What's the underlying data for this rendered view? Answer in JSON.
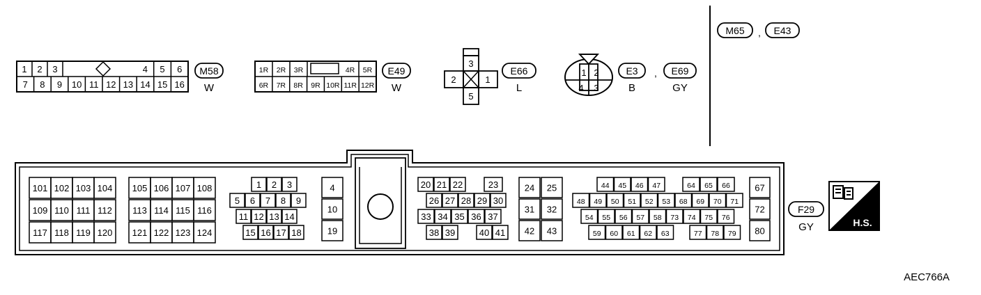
{
  "connectors": {
    "m58": {
      "code": "M58",
      "color": "W",
      "row1_left": [
        "1",
        "2",
        "3"
      ],
      "row1_right": [
        "4",
        "5",
        "6"
      ],
      "row2": [
        "7",
        "8",
        "9",
        "10",
        "11",
        "12",
        "13",
        "14",
        "15",
        "16"
      ]
    },
    "e49": {
      "code": "E49",
      "color": "W",
      "row1_left": [
        "1R",
        "2R",
        "3R"
      ],
      "row1_right": [
        "4R",
        "5R"
      ],
      "row2": [
        "6R",
        "7R",
        "8R",
        "9R",
        "10R",
        "11R",
        "12R"
      ]
    },
    "e66": {
      "code": "E66",
      "color": "L",
      "pins": [
        "3",
        "2",
        "1",
        "5"
      ]
    },
    "e3_e69": {
      "code1": "E3",
      "color1": "B",
      "comma": ",",
      "code2": "E69",
      "color2": "GY",
      "pins": [
        "1",
        "2",
        "4",
        "3"
      ]
    },
    "m65_e43": {
      "code1": "M65",
      "comma": ",",
      "code2": "E43"
    },
    "f29": {
      "code": "F29",
      "color": "GY",
      "group_a": [
        [
          "101",
          "102",
          "103",
          "104"
        ],
        [
          "109",
          "110",
          "111",
          "112"
        ],
        [
          "117",
          "118",
          "119",
          "120"
        ]
      ],
      "group_b": [
        [
          "105",
          "106",
          "107",
          "108"
        ],
        [
          "113",
          "114",
          "115",
          "116"
        ],
        [
          "121",
          "122",
          "123",
          "124"
        ]
      ],
      "group_c": [
        [
          "1",
          "2",
          "3"
        ],
        [
          "5",
          "6",
          "7",
          "8",
          "9"
        ],
        [
          "11",
          "12",
          "13",
          "14"
        ],
        [
          "15",
          "16",
          "17",
          "18"
        ]
      ],
      "group_d": [
        "4",
        "10",
        "19"
      ],
      "group_e": [
        [
          "20",
          "21",
          "22",
          "23"
        ],
        [
          "26",
          "27",
          "28",
          "29",
          "30"
        ],
        [
          "33",
          "34",
          "35",
          "36",
          "37"
        ],
        [
          "38",
          "39",
          "40",
          "41"
        ]
      ],
      "group_f": [
        [
          "24",
          "25"
        ],
        [
          "31",
          "32"
        ],
        [
          "42",
          "43"
        ]
      ],
      "group_g": [
        [
          "44",
          "45",
          "46",
          "47",
          "64",
          "65",
          "66"
        ],
        [
          "48",
          "49",
          "50",
          "51",
          "52",
          "53",
          "68",
          "69",
          "70",
          "71"
        ],
        [
          "54",
          "55",
          "56",
          "57",
          "58",
          "73",
          "74",
          "75",
          "76"
        ],
        [
          "59",
          "60",
          "61",
          "62",
          "63",
          "77",
          "78",
          "79"
        ]
      ],
      "group_h": [
        "67",
        "72",
        "80"
      ]
    }
  },
  "hs_label": "H.S.",
  "figure_code": "AEC766A"
}
